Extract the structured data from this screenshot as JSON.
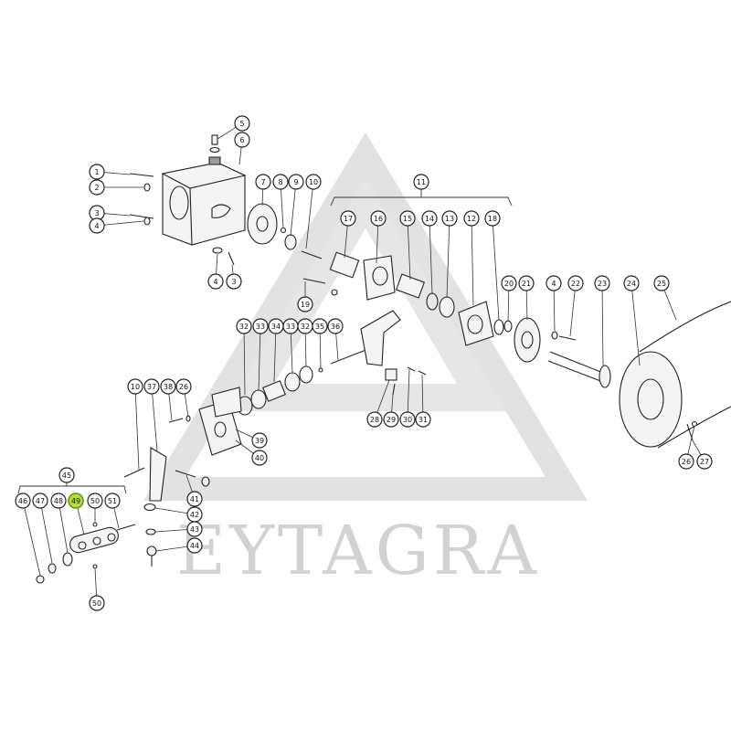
{
  "watermark": {
    "text": "EYTAGRA",
    "color": "#d2d2d2"
  },
  "highlight": {
    "color": "#b6df3b",
    "number": "49"
  },
  "callouts": [
    "1",
    "2",
    "3",
    "4",
    "5",
    "6",
    "7",
    "8",
    "9",
    "10",
    "11",
    "17",
    "16",
    "15",
    "14",
    "13",
    "12",
    "18",
    "19",
    "4",
    "3",
    "20",
    "21",
    "4",
    "22",
    "23",
    "24",
    "25",
    "32",
    "33",
    "34",
    "33",
    "32",
    "35",
    "36",
    "28",
    "29",
    "30",
    "31",
    "10",
    "37",
    "38",
    "26",
    "39",
    "40",
    "41",
    "42",
    "43",
    "44",
    "45",
    "46",
    "47",
    "48",
    "49",
    "50",
    "51",
    "50",
    "26",
    "27"
  ]
}
